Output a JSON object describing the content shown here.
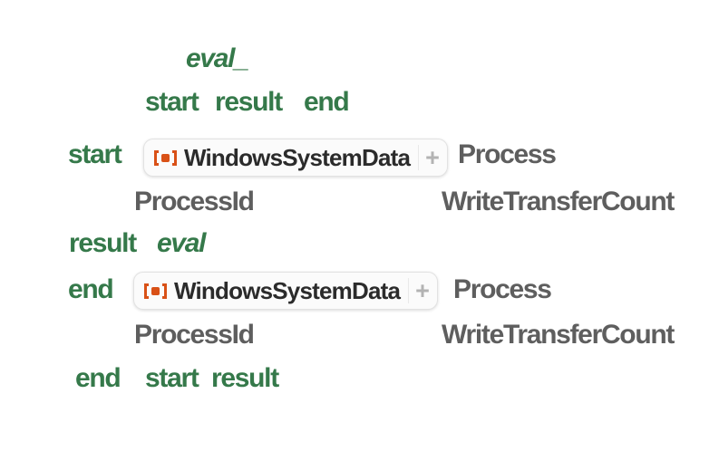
{
  "cell_type": "wolfram-notebook-code-cell",
  "colors": {
    "background": "#FFFFFF",
    "variable_green": "#35794A",
    "string_gray": "#5E5E5E",
    "button_text": "#2B2B2B",
    "resource_icon_orange": "#D95117",
    "expander_gray": "#B3B3B3"
  },
  "icons": {
    "resource_function": "resource-function-icon",
    "expander": "plus-icon"
  },
  "code": {
    "line1": {
      "pattern": "eval_"
    },
    "line2": {
      "local1": "start",
      "local2": "result",
      "local3": "end"
    },
    "line3": {
      "variable": "start",
      "button_label": "WindowsSystemData",
      "button_expander": "+",
      "string": "Process"
    },
    "line4": {
      "string1": "ProcessId",
      "string2": "WriteTransferCount"
    },
    "line5": {
      "variable": "result",
      "value": "eval"
    },
    "line6": {
      "variable": "end",
      "button_label": "WindowsSystemData",
      "button_expander": "+",
      "string": "Process"
    },
    "line7": {
      "string1": "ProcessId",
      "string2": "WriteTransferCount"
    },
    "line8": {
      "t1": "end",
      "t2": "start",
      "t3": "result"
    }
  }
}
